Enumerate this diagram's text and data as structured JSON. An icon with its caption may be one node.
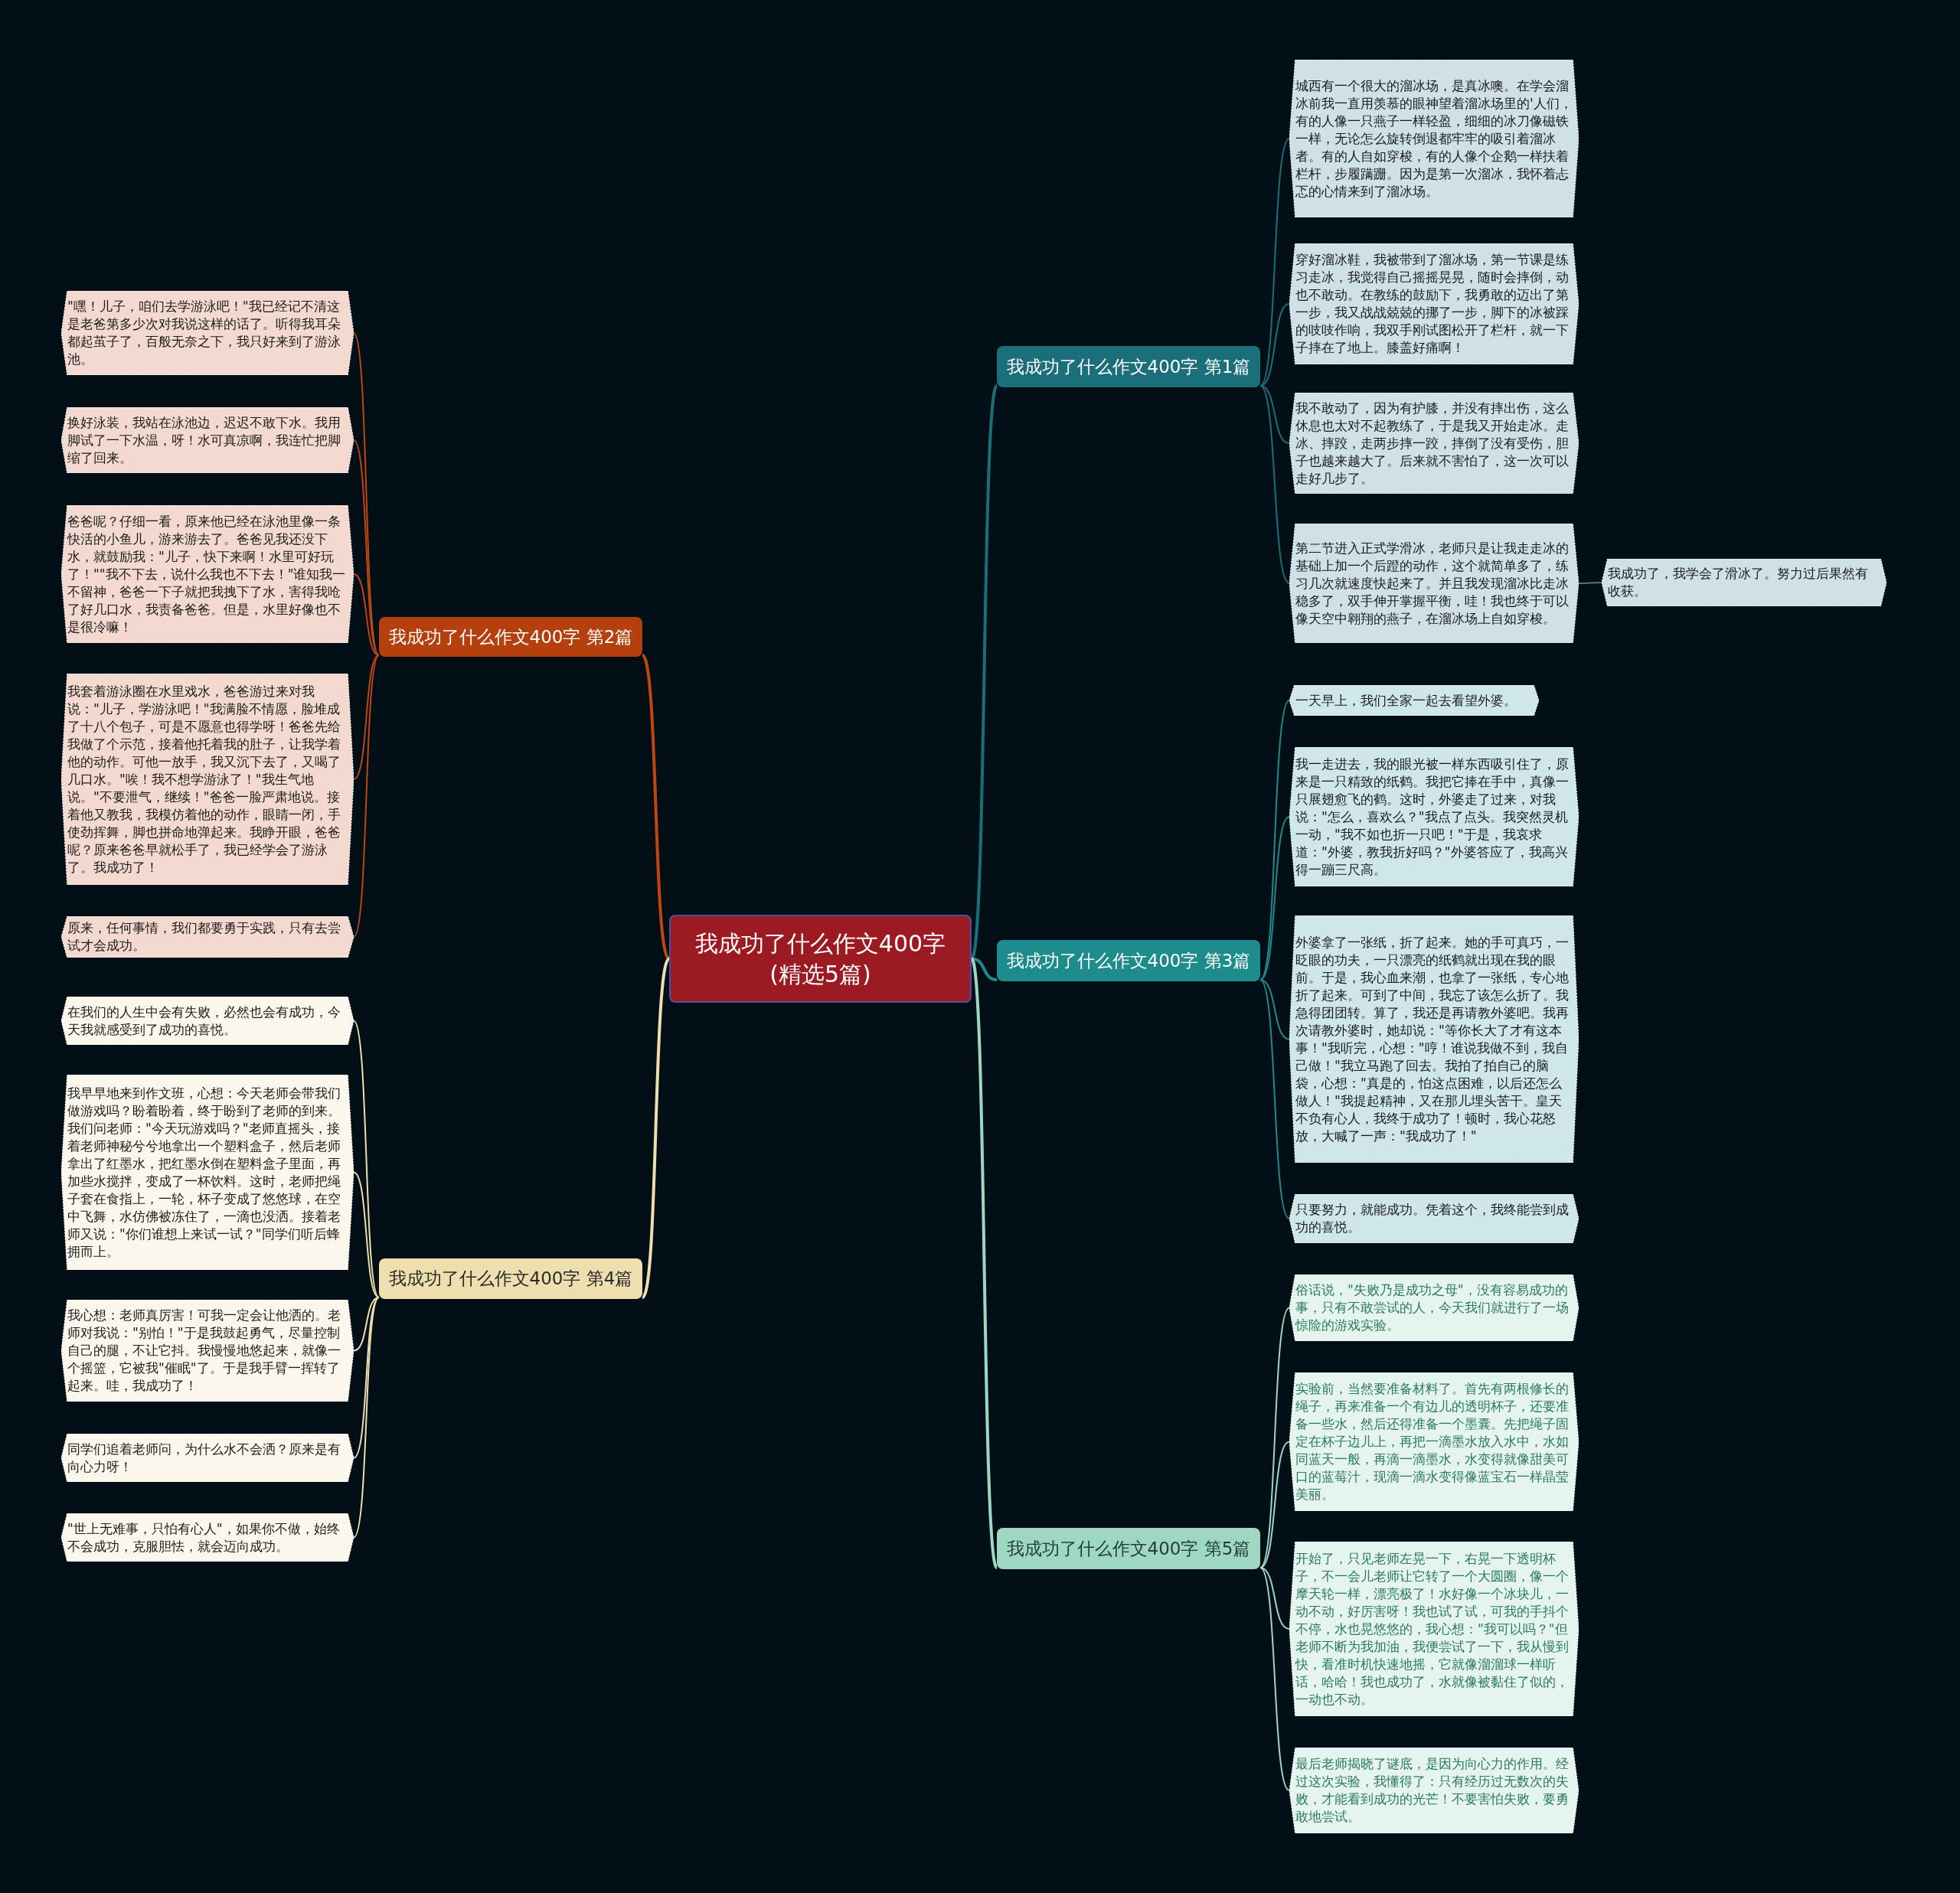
{
  "diagram": {
    "nodes": [
      {
        "text": [
          "我成功了什么作文400字(精选5篇)"
        ]
      },
      {
        "text": [
          "我成功了什么作文400字 第1篇"
        ]
      },
      {
        "text": [
          "城西有一个很大的溜冰场，是真冰噢。在学会溜冰前我一直用羡慕的眼神望着溜冰场里的'人们，有的人像一只燕子一样轻盈，细细的冰刀像磁铁一样，无论怎么旋转倒退都牢牢的吸引着溜冰者。有的人自如穿梭，有的人像个企鹅一样扶着栏杆，步履蹒跚。因为是第一次溜冰，我怀着忐忑的心情来到了溜冰场。"
        ]
      },
      {
        "text": [
          "穿好溜冰鞋，我被带到了溜冰场，第一节课是练习走冰，我觉得自己摇摇晃晃，随时会摔倒，动也不敢动。在教练的鼓励下，我勇敢的迈出了第一步，我又战战兢兢的挪了一步，脚下的冰被踩的吱吱作响，我双手刚试图松开了栏杆，就一下子摔在了地上。膝盖好痛啊！"
        ]
      },
      {
        "text": [
          "我不敢动了，因为有护膝，并没有摔出伤，这么休息也太对不起教练了，于是我又开始走冰。走冰、摔跤，走两步摔一跤，摔倒了没有受伤，胆子也越来越大了。后来就不害怕了，这一次可以走好几步了。"
        ]
      },
      {
        "text": [
          "第二节进入正式学滑冰，老师只是让我走走冰的基础上加一个后蹬的动作，这个就简单多了，练习几次就速度快起来了。并且我发现溜冰比走冰稳多了，双手伸开掌握平衡，哇！我也终于可以像天空中翱翔的燕子，在溜冰场上自如穿梭。"
        ]
      },
      {
        "text": [
          "我成功了，我学会了滑冰了。努力过后果然有收获。"
        ]
      },
      {
        "text": [
          "我成功了什么作文400字 第2篇"
        ]
      },
      {
        "text": [
          "\"嘿！儿子，咱们去学游泳吧！\"我已经记不清这是老爸第多少次对我说这样的话了。听得我耳朵都起茧子了，百般无奈之下，我只好来到了游泳池。"
        ]
      },
      {
        "text": [
          "换好泳装，我站在泳池边，迟迟不敢下水。我用脚试了一下水温，呀！水可真凉啊，我连忙把脚缩了回来。"
        ]
      },
      {
        "text": [
          "爸爸呢？仔细一看，原来他已经在泳池里像一条快活的小鱼儿，游来游去了。爸爸见我还没下水，就鼓励我：\"儿子，快下来啊！水里可好玩了！\"\"我不下去，说什么我也不下去！\"谁知我一不留神，爸爸一下子就把我拽下了水，害得我呛了好几口水，我责备爸爸。但是，水里好像也不是很冷嘛！"
        ]
      },
      {
        "text": [
          "我套着游泳圈在水里戏水，爸爸游过来对我说：\"儿子，学游泳吧！\"我满脸不情愿，脸堆成了十八个包子，可是不愿意也得学呀！爸爸先给我做了个示范，接着他托着我的肚子，让我学着他的动作。可他一放手，我又沉下去了，又喝了几口水。\"唉！我不想学游泳了！\"我生气地说。\"不要泄气，继续！\"爸爸一脸严肃地说。接着他又教我，我模仿着他的动作，眼睛一闭，手使劲挥舞，脚也拼命地弹起来。我睁开眼，爸爸呢？原来爸爸早就松手了，我已经学会了游泳了。我成功了！"
        ]
      },
      {
        "text": [
          "原来，任何事情，我们都要勇于实践，只有去尝试才会成功。"
        ]
      },
      {
        "text": [
          "我成功了什么作文400字 第3篇"
        ]
      },
      {
        "text": [
          "一天早上，我们全家一起去看望外婆。"
        ]
      },
      {
        "text": [
          "我一走进去，我的眼光被一样东西吸引住了，原来是一只精致的纸鹤。我把它捧在手中，真像一只展翅愈飞的鹤。这时，外婆走了过来，对我说：\"怎么，喜欢么？\"我点了点头。我突然灵机一动，\"我不如也折一只吧！\"于是，我哀求道：\"外婆，教我折好吗？\"外婆答应了，我高兴得一蹦三尺高。"
        ]
      },
      {
        "text": [
          "外婆拿了一张纸，折了起来。她的手可真巧，一眨眼的功夫，一只漂亮的纸鹤就出现在我的眼前。于是，我心血来潮，也拿了一张纸，专心地折了起来。可到了中间，我忘了该怎么折了。我急得团团转。算了，我还是再请教外婆吧。我再次请教外婆时，她却说：\"等你长大了才有这本事！\"我听完，心想：\"哼！谁说我做不到，我自己做！\"我立马跑了回去。我拍了拍自己的脑袋，心想：\"真是的，怕这点困难，以后还怎么做人！\"我提起精神，又在那儿埋头苦干。皇天不负有心人，我终于成功了！顿时，我心花怒放，大喊了一声：\"我成功了！\""
        ]
      },
      {
        "text": [
          "只要努力，就能成功。凭着这个，我终能尝到成功的喜悦。"
        ]
      },
      {
        "text": [
          "我成功了什么作文400字 第4篇"
        ]
      },
      {
        "text": [
          "在我们的人生中会有失败，必然也会有成功，今天我就感受到了成功的喜悦。"
        ]
      },
      {
        "text": [
          "我早早地来到作文班，心想：今天老师会带我们做游戏吗？盼着盼着，终于盼到了老师的到来。我们问老师：\"今天玩游戏吗？\"老师直摇头，接着老师神秘兮兮地拿出一个塑料盒子，然后老师拿出了红墨水，把红墨水倒在塑料盒子里面，再加些水搅拌，变成了一杯饮料。这时，老师把绳子套在食指上，一轮，杯子变成了悠悠球，在空中飞舞，水仿佛被冻住了，一滴也没洒。接着老师又说：\"你们谁想上来试一试？\"同学们听后蜂拥而上。"
        ]
      },
      {
        "text": [
          "我心想：老师真厉害！可我一定会让他洒的。老师对我说：\"别怕！\"于是我鼓起勇气，尽量控制自己的腿，不让它抖。我慢慢地悠起来，就像一个摇篮，它被我\"催眠\"了。于是我手臂一挥转了起来。哇，我成功了！"
        ]
      },
      {
        "text": [
          "同学们追着老师问，为什么水不会洒？原来是有向心力呀！"
        ]
      },
      {
        "text": [
          "\"世上无难事，只怕有心人\"，如果你不做，始终不会成功，克服胆怯，就会迈向成功。"
        ]
      },
      {
        "text": [
          "我成功了什么作文400字 第5篇"
        ]
      },
      {
        "text": [
          "俗话说，\"失败乃是成功之母\"，没有容易成功的事，只有不敢尝试的人，今天我们就进行了一场惊险的游戏实验。"
        ]
      },
      {
        "text": [
          "实验前，当然要准备材料了。首先有两根修长的绳子，再来准备一个有边儿的透明杯子，还要准备一些水，然后还得准备一个墨囊。先把绳子固定在杯子边儿上，再把一滴墨水放入水中，水如同蓝天一般，再滴一滴墨水，水变得就像甜美可口的蓝莓汁，现滴一滴水变得像蓝宝石一样晶莹美丽。"
        ]
      },
      {
        "text": [
          "开始了，只见老师左晃一下，右晃一下透明杯子，不一会儿老师让它转了一个大圆圈，像一个摩天轮一样，漂亮极了！水好像一个冰块儿，一动不动，好厉害呀！我也试了试，可我的手抖个不停，水也晃悠悠的，我心想：\"我可以吗？\"但老师不断为我加油，我便尝试了一下，我从慢到快，看准时机快速地摇，它就像溜溜球一样听话，哈哈！我也成功了，水就像被黏住了似的，一动也不动。"
        ]
      },
      {
        "text": [
          "最后老师揭晓了谜底，是因为向心力的作用。经过这次实验，我懂得了：只有经历过无数次的失败，才能看到成功的光芒！不要害怕失败，要勇敢地尝试。"
        ]
      }
    ],
    "edges": [
      {
        "from": 0,
        "to": 1,
        "arrow": "none",
        "color": "#1b6f7a"
      },
      {
        "from": 1,
        "to": 2,
        "arrow": "none",
        "color": "#1b6f7a"
      },
      {
        "from": 1,
        "to": 3,
        "arrow": "none",
        "color": "#1b6f7a"
      },
      {
        "from": 1,
        "to": 4,
        "arrow": "none",
        "color": "#1b6f7a"
      },
      {
        "from": 1,
        "to": 5,
        "arrow": "none",
        "color": "#1b6f7a"
      },
      {
        "from": 5,
        "to": 6,
        "arrow": "none",
        "color": "#5f6f74"
      },
      {
        "from": 0,
        "to": 7,
        "arrow": "none",
        "color": "#c0460f"
      },
      {
        "from": 7,
        "to": 8,
        "arrow": "none",
        "color": "#c0460f"
      },
      {
        "from": 7,
        "to": 9,
        "arrow": "none",
        "color": "#c0460f"
      },
      {
        "from": 7,
        "to": 10,
        "arrow": "none",
        "color": "#c0460f"
      },
      {
        "from": 7,
        "to": 11,
        "arrow": "none",
        "color": "#c0460f"
      },
      {
        "from": 7,
        "to": 12,
        "arrow": "none",
        "color": "#c0460f"
      },
      {
        "from": 0,
        "to": 13,
        "arrow": "none",
        "color": "#1e8c8c"
      },
      {
        "from": 13,
        "to": 14,
        "arrow": "none",
        "color": "#1e8c8c"
      },
      {
        "from": 13,
        "to": 15,
        "arrow": "none",
        "color": "#1e8c8c"
      },
      {
        "from": 13,
        "to": 16,
        "arrow": "none",
        "color": "#1e8c8c"
      },
      {
        "from": 13,
        "to": 17,
        "arrow": "none",
        "color": "#1e8c8c"
      },
      {
        "from": 0,
        "to": 18,
        "arrow": "none",
        "color": "#eedfae"
      },
      {
        "from": 18,
        "to": 19,
        "arrow": "none",
        "color": "#eedfae"
      },
      {
        "from": 18,
        "to": 20,
        "arrow": "none",
        "color": "#eedfae"
      },
      {
        "from": 18,
        "to": 21,
        "arrow": "none",
        "color": "#eedfae"
      },
      {
        "from": 18,
        "to": 22,
        "arrow": "none",
        "color": "#eedfae"
      },
      {
        "from": 18,
        "to": 23,
        "arrow": "none",
        "color": "#eedfae"
      },
      {
        "from": 0,
        "to": 24,
        "arrow": "none",
        "color": "#9fd8c2"
      },
      {
        "from": 24,
        "to": 25,
        "arrow": "none",
        "color": "#9fd8c2"
      },
      {
        "from": 24,
        "to": 26,
        "arrow": "none",
        "color": "#9fd8c2"
      },
      {
        "from": 24,
        "to": 27,
        "arrow": "none",
        "color": "#9fd8c2"
      },
      {
        "from": 24,
        "to": 28,
        "arrow": "none",
        "color": "#9fd8c2"
      }
    ]
  }
}
